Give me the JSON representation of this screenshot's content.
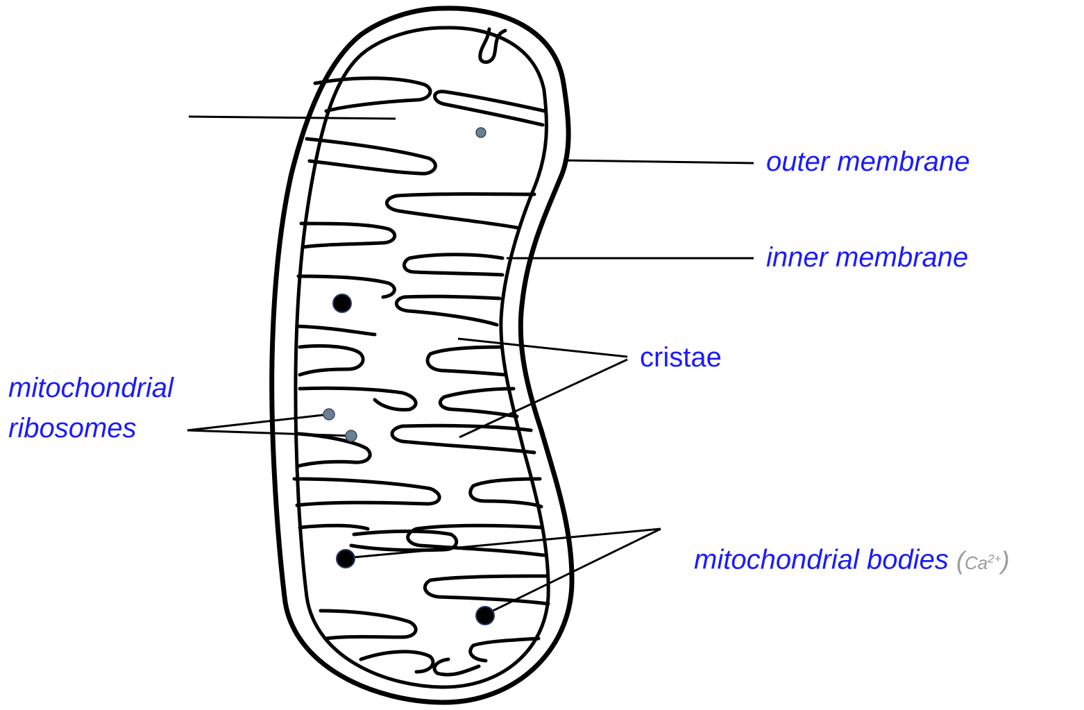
{
  "labels": {
    "outer_membrane": "outer membrane",
    "inner_membrane": "inner membrane",
    "cristae": "cristae",
    "ribosomes_line1": "mitochondrial",
    "ribosomes_line2": "ribosomes",
    "bodies": "mitochondrial bodies",
    "ion_open": "(",
    "ion_base": "Ca",
    "ion_charge": "2+",
    "ion_close": ")"
  },
  "colors": {
    "label_text": "#1a1aff",
    "ion_text": "#9a9a9a",
    "outline": "#000000",
    "ribosome": "#6b7f94",
    "body": "#000000"
  }
}
